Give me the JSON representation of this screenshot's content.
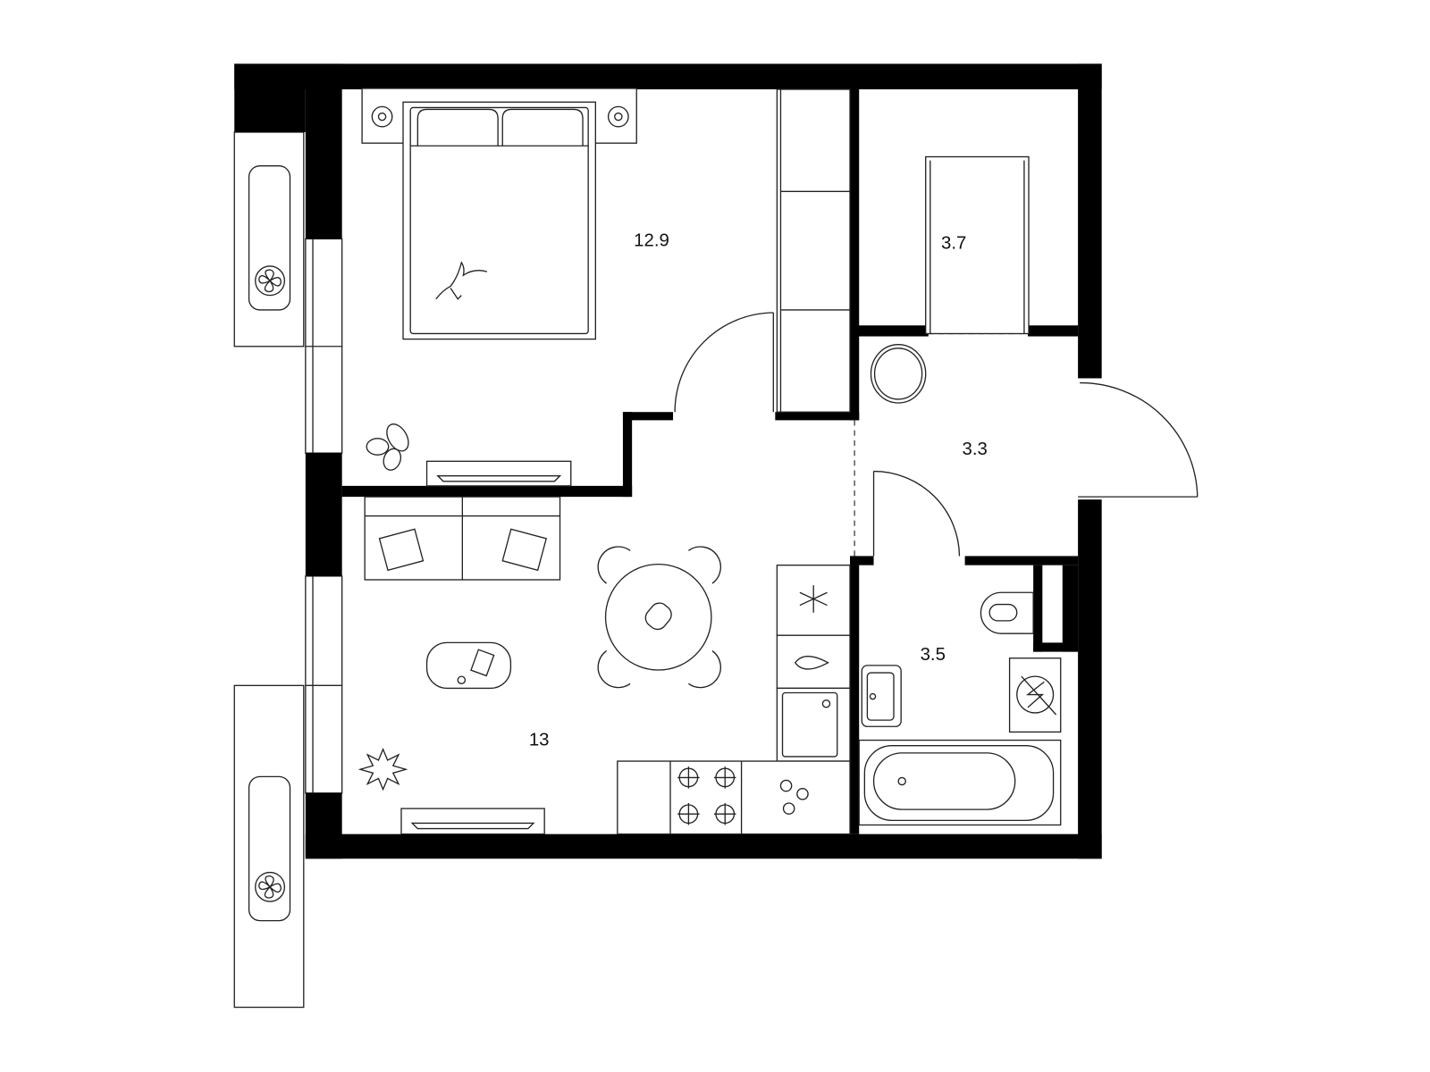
{
  "plan": {
    "wall_color": "#000000",
    "background": "#ffffff",
    "rooms": [
      {
        "name": "bedroom",
        "area": "12.9"
      },
      {
        "name": "closet",
        "area": "3.7"
      },
      {
        "name": "hallway",
        "area": "3.3"
      },
      {
        "name": "living-kitchen",
        "area": "13"
      },
      {
        "name": "bathroom",
        "area": "3.5"
      }
    ]
  }
}
